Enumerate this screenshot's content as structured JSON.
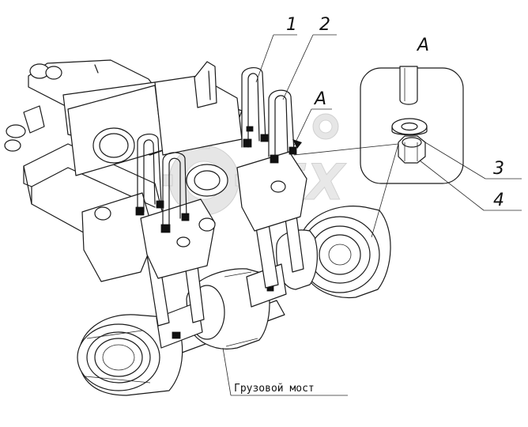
{
  "callouts": {
    "part1": "1",
    "part2": "2",
    "part3": "3",
    "part4": "4",
    "view_marker": "A",
    "detail_view_label": "A"
  },
  "caption": {
    "axle_label": "Грузовой мост"
  },
  "watermark": {
    "text": "CEX"
  },
  "colors": {
    "line": "#1a1a1a",
    "background": "#ffffff",
    "watermark": "#e6e6e6"
  }
}
